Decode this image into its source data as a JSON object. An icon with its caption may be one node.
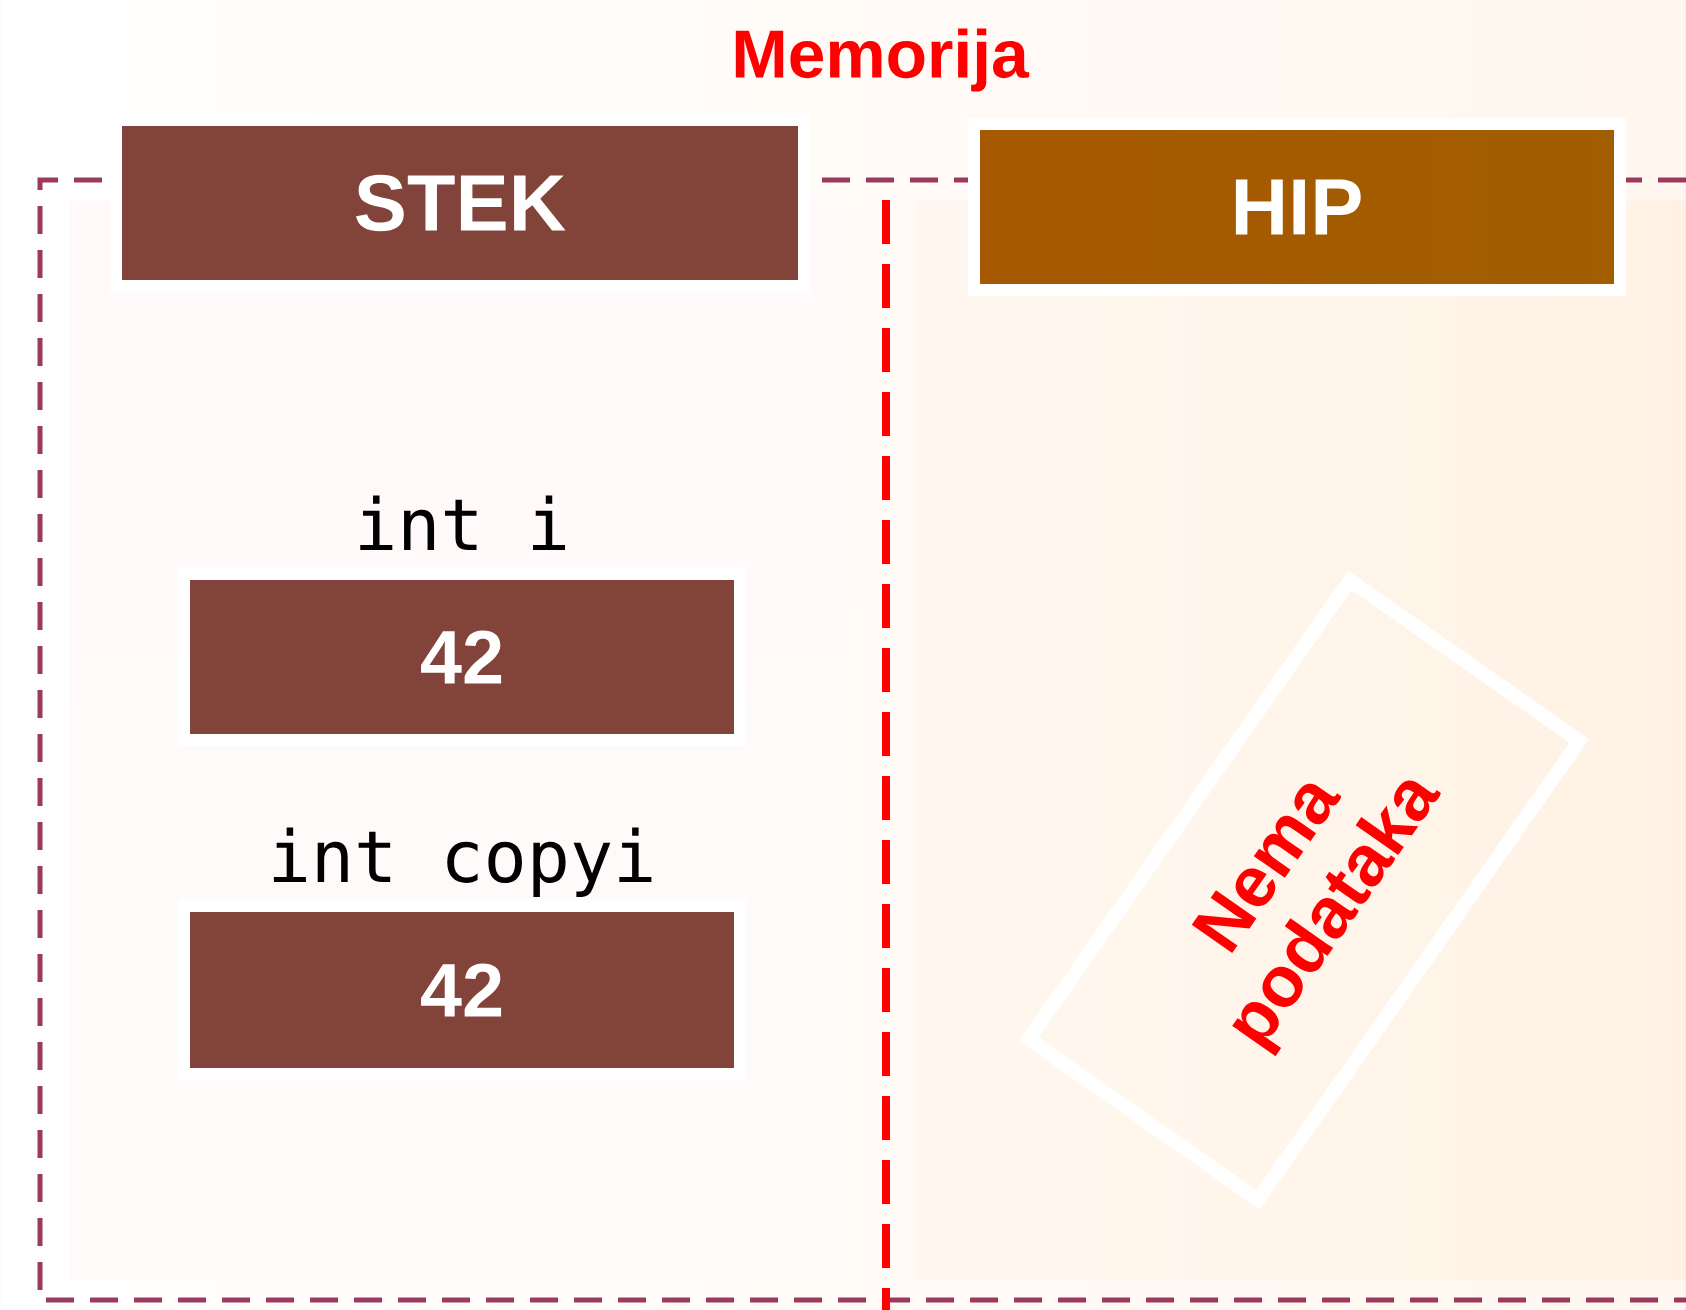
{
  "diagram": {
    "title": "Memorija",
    "nodes": [
      {
        "text": [
          "STEK"
        ]
      },
      {
        "text": [
          "HIP"
        ]
      },
      {
        "text": [
          "int i",
          "42"
        ]
      },
      {
        "text": [
          "int copyi",
          "42"
        ]
      },
      {
        "text": [
          "Nema podataka"
        ]
      }
    ]
  }
}
